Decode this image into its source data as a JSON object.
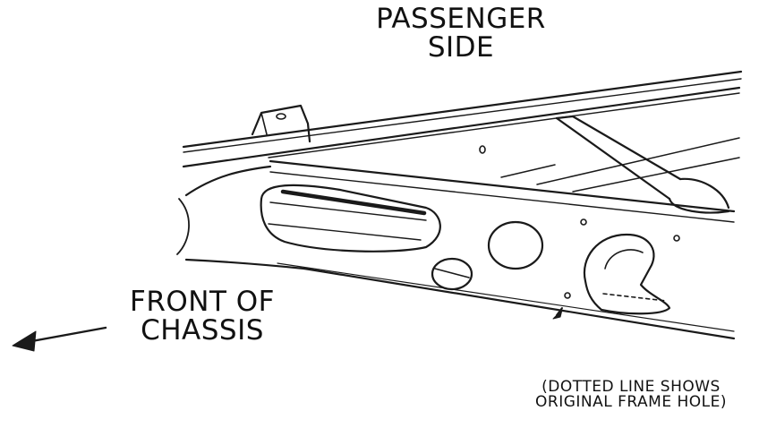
{
  "labels": {
    "passenger_side": [
      "PASSENGER",
      "SIDE"
    ],
    "front_of_chassis": [
      "FRONT OF",
      "CHASSIS"
    ],
    "note": [
      "(DOTTED LINE SHOWS",
      "ORIGINAL FRAME HOLE)"
    ]
  },
  "colors": {
    "line": "#1a1a1a",
    "background": "#ffffff"
  },
  "icons": {
    "direction_arrow": "arrow-left-icon",
    "pointer": "pointer-arrow-icon"
  }
}
